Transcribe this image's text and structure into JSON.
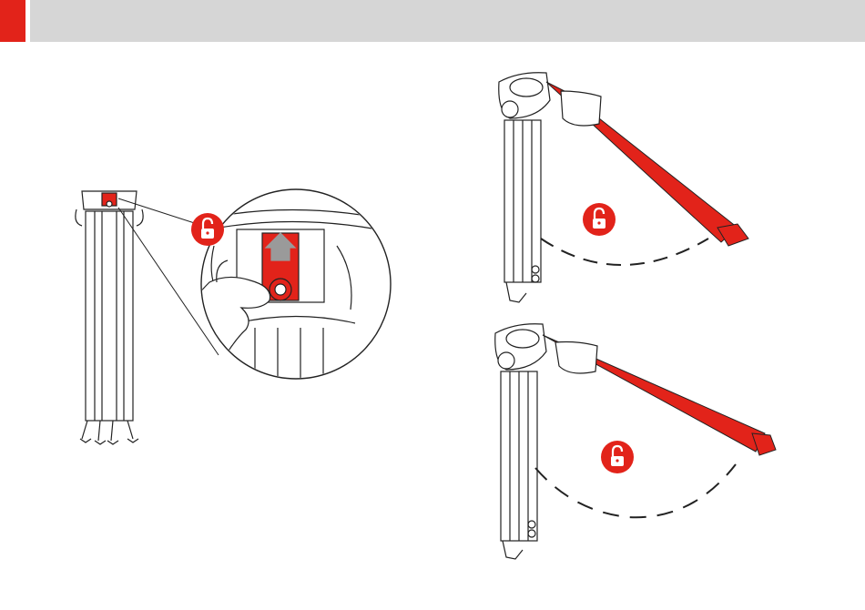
{
  "header": {
    "title": "",
    "accent_color": "#e2231a",
    "band_color": "#d6d6d6"
  },
  "illustrations": [
    {
      "id": "left",
      "description_icon": "tripod-leg-unlock-icon",
      "badge_icon": "padlock-open-icon"
    },
    {
      "id": "top-right",
      "description_icon": "tripod-leg-spread-icon",
      "badge_icon": "padlock-open-icon"
    },
    {
      "id": "bottom-right",
      "description_icon": "tripod-leg-spread-wide-icon",
      "badge_icon": "padlock-open-icon"
    }
  ],
  "colors": {
    "accent": "#e2231a",
    "line": "#222222",
    "arrow": "#9a9a9a"
  }
}
